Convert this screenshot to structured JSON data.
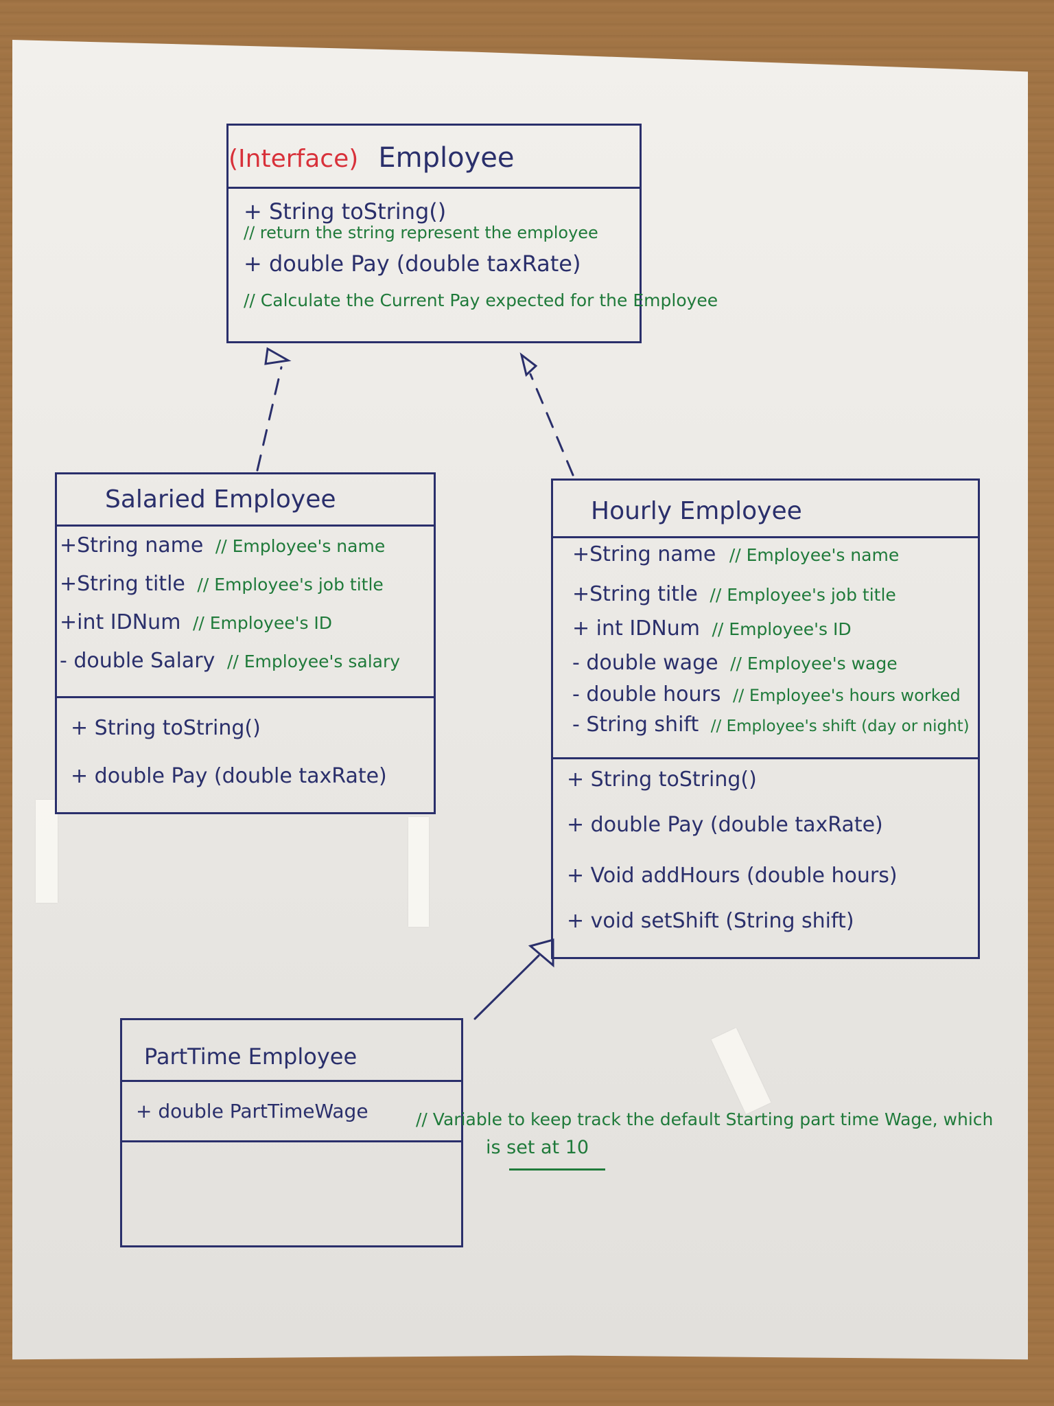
{
  "colors": {
    "ink_blue": "#2a2f6b",
    "comment_green": "#1f7a3a",
    "stereotype_red": "#d8313a",
    "paper": "#ecebe7",
    "desk_wood": "#a87a4a"
  },
  "diagram": {
    "employee": {
      "stereotype": "(Interface)",
      "name": "Employee",
      "methods": [
        {
          "signature": "+ String toString()",
          "comment": "// return the string represent the employee"
        },
        {
          "signature": "+ double Pay (double taxRate)",
          "comment": "// Calculate the Current Pay expected for the Employee"
        }
      ]
    },
    "salaried": {
      "name": "Salaried Employee",
      "attributes": [
        {
          "text": "+String  name",
          "comment": "// Employee's name"
        },
        {
          "text": "+String  title",
          "comment": "// Employee's job title"
        },
        {
          "text": "+int  IDNum",
          "comment": "// Employee's ID"
        },
        {
          "text": "- double  Salary",
          "comment": "// Employee's salary"
        }
      ],
      "methods": [
        {
          "signature": "+ String toString()"
        },
        {
          "signature": "+ double Pay (double taxRate)"
        }
      ]
    },
    "hourly": {
      "name": "Hourly Employee",
      "attributes": [
        {
          "text": "+String name",
          "comment": "// Employee's name"
        },
        {
          "text": "+String title",
          "comment": "// Employee's job title"
        },
        {
          "text": "+ int  IDNum",
          "comment": "// Employee's ID"
        },
        {
          "text": "- double wage",
          "comment": "// Employee's wage"
        },
        {
          "text": "- double  hours",
          "comment": "// Employee's hours worked"
        },
        {
          "text": "- String  shift",
          "comment": "// Employee's shift (day or night)"
        }
      ],
      "methods": [
        {
          "signature": "+ String toString()"
        },
        {
          "signature": "+ double Pay (double taxRate)"
        },
        {
          "signature": "+ Void addHours (double hours)"
        },
        {
          "signature": "+ void setShift (String shift)"
        }
      ]
    },
    "parttime": {
      "name": "PartTime Employee",
      "attributes": [
        {
          "text": "+ double PartTimeWage"
        }
      ],
      "note_line1": "// Variable to keep track the default Starting part time Wage, which",
      "note_line2": "is set at 10"
    },
    "relationships": [
      {
        "from": "Salaried Employee",
        "to": "Employee",
        "type": "realization"
      },
      {
        "from": "Hourly Employee",
        "to": "Employee",
        "type": "realization"
      },
      {
        "from": "PartTime Employee",
        "to": "Hourly Employee",
        "type": "inheritance"
      }
    ]
  }
}
